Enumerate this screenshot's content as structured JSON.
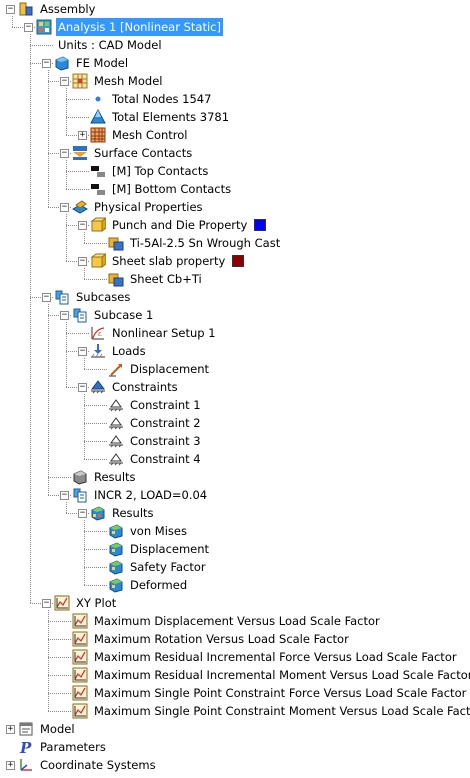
{
  "tree": [
    {
      "level": 0,
      "label": "Assembly",
      "icon": "assembly-icon",
      "expander": "minus",
      "name": "tree-node-assembly"
    },
    {
      "level": 1,
      "label": "Analysis 1 [Nonlinear Static]",
      "icon": "analysis-icon",
      "expander": "minus",
      "selected": true,
      "name": "tree-node-analysis-1"
    },
    {
      "level": 2,
      "label": "Units : CAD Model",
      "icon": null,
      "expander": null,
      "name": "tree-node-units"
    },
    {
      "level": 2,
      "label": "FE Model",
      "icon": "fe-model-icon",
      "expander": "minus",
      "name": "tree-node-fe-model"
    },
    {
      "level": 3,
      "label": "Mesh Model",
      "icon": "mesh-model-icon",
      "expander": "minus",
      "name": "tree-node-mesh-model"
    },
    {
      "level": 4,
      "label": "Total Nodes 1547",
      "icon": "node-dot-icon",
      "expander": null,
      "name": "tree-node-total-nodes"
    },
    {
      "level": 4,
      "label": "Total Elements 3781",
      "icon": "element-icon",
      "expander": null,
      "name": "tree-node-total-elements"
    },
    {
      "level": 4,
      "label": "Mesh Control",
      "icon": "mesh-control-icon",
      "expander": "plus",
      "name": "tree-node-mesh-control"
    },
    {
      "level": 3,
      "label": "Surface Contacts",
      "icon": "surface-contacts-icon",
      "expander": "minus",
      "name": "tree-node-surface-contacts"
    },
    {
      "level": 4,
      "label": "[M] Top Contacts",
      "icon": "contact-pair-icon",
      "expander": null,
      "name": "tree-node-top-contacts"
    },
    {
      "level": 4,
      "label": "[M] Bottom Contacts",
      "icon": "contact-pair-icon",
      "expander": null,
      "name": "tree-node-bottom-contacts"
    },
    {
      "level": 3,
      "label": "Physical Properties",
      "icon": "physical-properties-icon",
      "expander": "minus",
      "name": "tree-node-physical-properties"
    },
    {
      "level": 4,
      "label": "Punch and Die Property",
      "icon": "property-icon",
      "expander": "minus",
      "swatch": "#0000ff",
      "name": "tree-node-punch-die-property"
    },
    {
      "level": 5,
      "label": "Ti-5Al-2.5 Sn Wrough Cast",
      "icon": "material-icon",
      "expander": null,
      "name": "tree-node-ti-material"
    },
    {
      "level": 4,
      "label": "Sheet slab property",
      "icon": "property-icon",
      "expander": "minus",
      "swatch": "#8b0000",
      "name": "tree-node-sheet-slab-property"
    },
    {
      "level": 5,
      "label": "Sheet Cb+Ti",
      "icon": "material-icon",
      "expander": null,
      "name": "tree-node-sheet-material"
    },
    {
      "level": 2,
      "label": "Subcases",
      "icon": "subcases-icon",
      "expander": "minus",
      "name": "tree-node-subcases"
    },
    {
      "level": 3,
      "label": "Subcase 1",
      "icon": "subcases-icon",
      "expander": "minus",
      "name": "tree-node-subcase-1"
    },
    {
      "level": 4,
      "label": "Nonlinear Setup 1",
      "icon": "nonlinear-setup-icon",
      "expander": null,
      "name": "tree-node-nonlinear-setup"
    },
    {
      "level": 4,
      "label": "Loads",
      "icon": "loads-icon",
      "expander": "minus",
      "name": "tree-node-loads"
    },
    {
      "level": 5,
      "label": "Displacement",
      "icon": "displacement-load-icon",
      "expander": null,
      "name": "tree-node-load-displacement"
    },
    {
      "level": 4,
      "label": "Constraints",
      "icon": "constraints-icon",
      "expander": "minus",
      "name": "tree-node-constraints"
    },
    {
      "level": 5,
      "label": "Constraint 1",
      "icon": "constraint-icon",
      "expander": null,
      "name": "tree-node-constraint-1"
    },
    {
      "level": 5,
      "label": "Constraint 2",
      "icon": "constraint-icon",
      "expander": null,
      "name": "tree-node-constraint-2"
    },
    {
      "level": 5,
      "label": "Constraint 3",
      "icon": "constraint-icon",
      "expander": null,
      "name": "tree-node-constraint-3"
    },
    {
      "level": 5,
      "label": "Constraint 4",
      "icon": "constraint-icon",
      "expander": null,
      "name": "tree-node-constraint-4"
    },
    {
      "level": 3,
      "label": "Results",
      "icon": "results-gray-icon",
      "expander": null,
      "name": "tree-node-results"
    },
    {
      "level": 3,
      "label": "INCR 2, LOAD=0.04",
      "icon": "subcases-icon",
      "expander": "minus",
      "name": "tree-node-incr-2"
    },
    {
      "level": 4,
      "label": "Results",
      "icon": "results-color-icon",
      "expander": "minus",
      "name": "tree-node-incr-results"
    },
    {
      "level": 5,
      "label": "von Mises",
      "icon": "result-plot-icon",
      "expander": null,
      "name": "tree-node-von-mises"
    },
    {
      "level": 5,
      "label": "Displacement",
      "icon": "result-plot-icon",
      "expander": null,
      "name": "tree-node-result-displacement"
    },
    {
      "level": 5,
      "label": "Safety Factor",
      "icon": "result-plot-icon",
      "expander": null,
      "name": "tree-node-safety-factor"
    },
    {
      "level": 5,
      "label": "Deformed",
      "icon": "result-plot-icon",
      "expander": null,
      "name": "tree-node-deformed"
    },
    {
      "level": 2,
      "label": "XY Plot",
      "icon": "xy-plot-icon",
      "expander": "minus",
      "name": "tree-node-xy-plot"
    },
    {
      "level": 3,
      "label": "Maximum Displacement Versus Load Scale Factor",
      "icon": "xy-plot-icon",
      "expander": null,
      "name": "tree-node-plot-max-displacement"
    },
    {
      "level": 3,
      "label": "Maximum Rotation Versus Load Scale Factor",
      "icon": "xy-plot-icon",
      "expander": null,
      "name": "tree-node-plot-max-rotation"
    },
    {
      "level": 3,
      "label": "Maximum Residual Incremental Force Versus Load Scale Factor",
      "icon": "xy-plot-icon",
      "expander": null,
      "name": "tree-node-plot-residual-force"
    },
    {
      "level": 3,
      "label": "Maximum Residual Incremental Moment Versus Load Scale Factor",
      "icon": "xy-plot-icon",
      "expander": null,
      "name": "tree-node-plot-residual-moment"
    },
    {
      "level": 3,
      "label": "Maximum Single Point Constraint Force Versus Load Scale Factor",
      "icon": "xy-plot-icon",
      "expander": null,
      "name": "tree-node-plot-spc-force"
    },
    {
      "level": 3,
      "label": "Maximum Single Point Constraint Moment Versus Load Scale Factor",
      "icon": "xy-plot-icon",
      "expander": null,
      "name": "tree-node-plot-spc-moment"
    },
    {
      "level": 0,
      "label": "Model",
      "icon": "model-icon",
      "expander": "plus",
      "name": "tree-node-model"
    },
    {
      "level": 0,
      "label": "Parameters",
      "icon": "parameters-icon",
      "expander": null,
      "name": "tree-node-parameters"
    },
    {
      "level": 0,
      "label": "Coordinate Systems",
      "icon": "coordinate-systems-icon",
      "expander": "plus",
      "name": "tree-node-coordinate-systems"
    }
  ],
  "colors": {
    "selection": "#3399ff",
    "punch_die_swatch": "#0000ff",
    "sheet_slab_swatch": "#8b0000"
  }
}
